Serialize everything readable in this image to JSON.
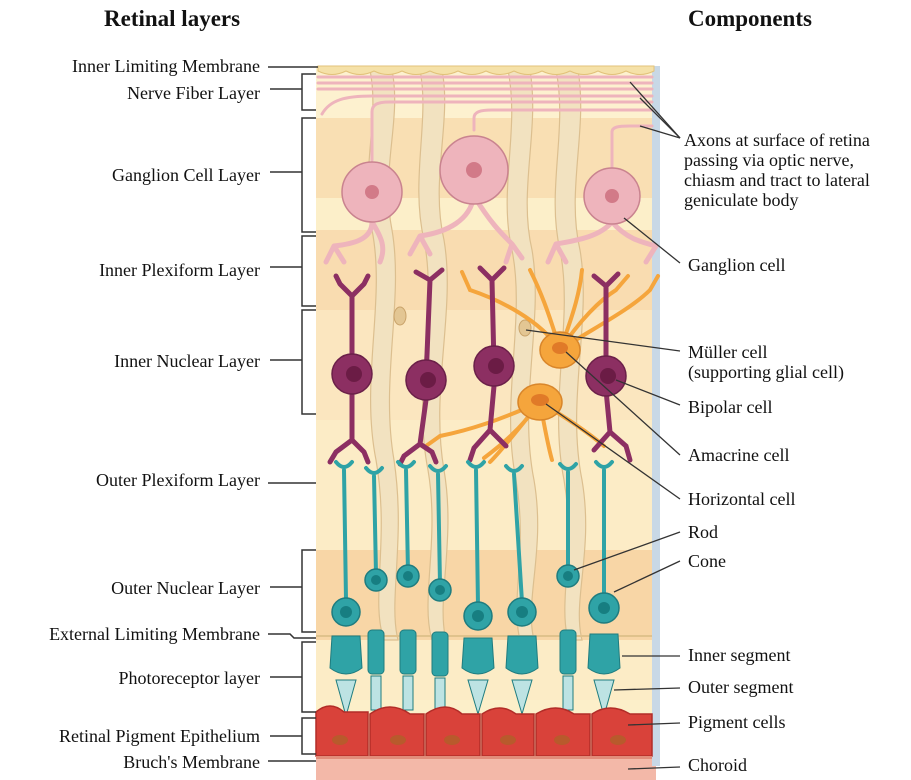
{
  "headings": {
    "left": "Retinal layers",
    "right": "Components"
  },
  "layers": [
    "Inner Limiting Membrane",
    "Nerve Fiber Layer",
    "Ganglion Cell Layer",
    "Inner Plexiform Layer",
    "Inner Nuclear Layer",
    "Outer Plexiform Layer",
    "Outer Nuclear Layer",
    "External Limiting Membrane",
    "Photoreceptor layer",
    "Retinal Pigment Epithelium",
    "Bruch's Membrane"
  ],
  "components": {
    "axons": [
      "Axons at surface of retina",
      "passing via optic nerve,",
      "chiasm and tract to lateral",
      "geniculate body"
    ],
    "ganglion": "Ganglion cell",
    "muller": [
      "Müller cell",
      "(supporting glial cell)"
    ],
    "bipolar": "Bipolar cell",
    "amacrine": "Amacrine cell",
    "horizontal": "Horizontal cell",
    "rod": "Rod",
    "cone": "Cone",
    "inner_segment": "Inner segment",
    "outer_segment": "Outer segment",
    "pigment": "Pigment cells",
    "choroid": "Choroid"
  },
  "colors": {
    "ganglion": "#eeb4bc",
    "bipolar": "#8c2f62",
    "photoreceptor": "#2fa3a6",
    "horizontal": "#f5a53c",
    "pigment": "#d9423a",
    "background": "#fcefc9"
  }
}
